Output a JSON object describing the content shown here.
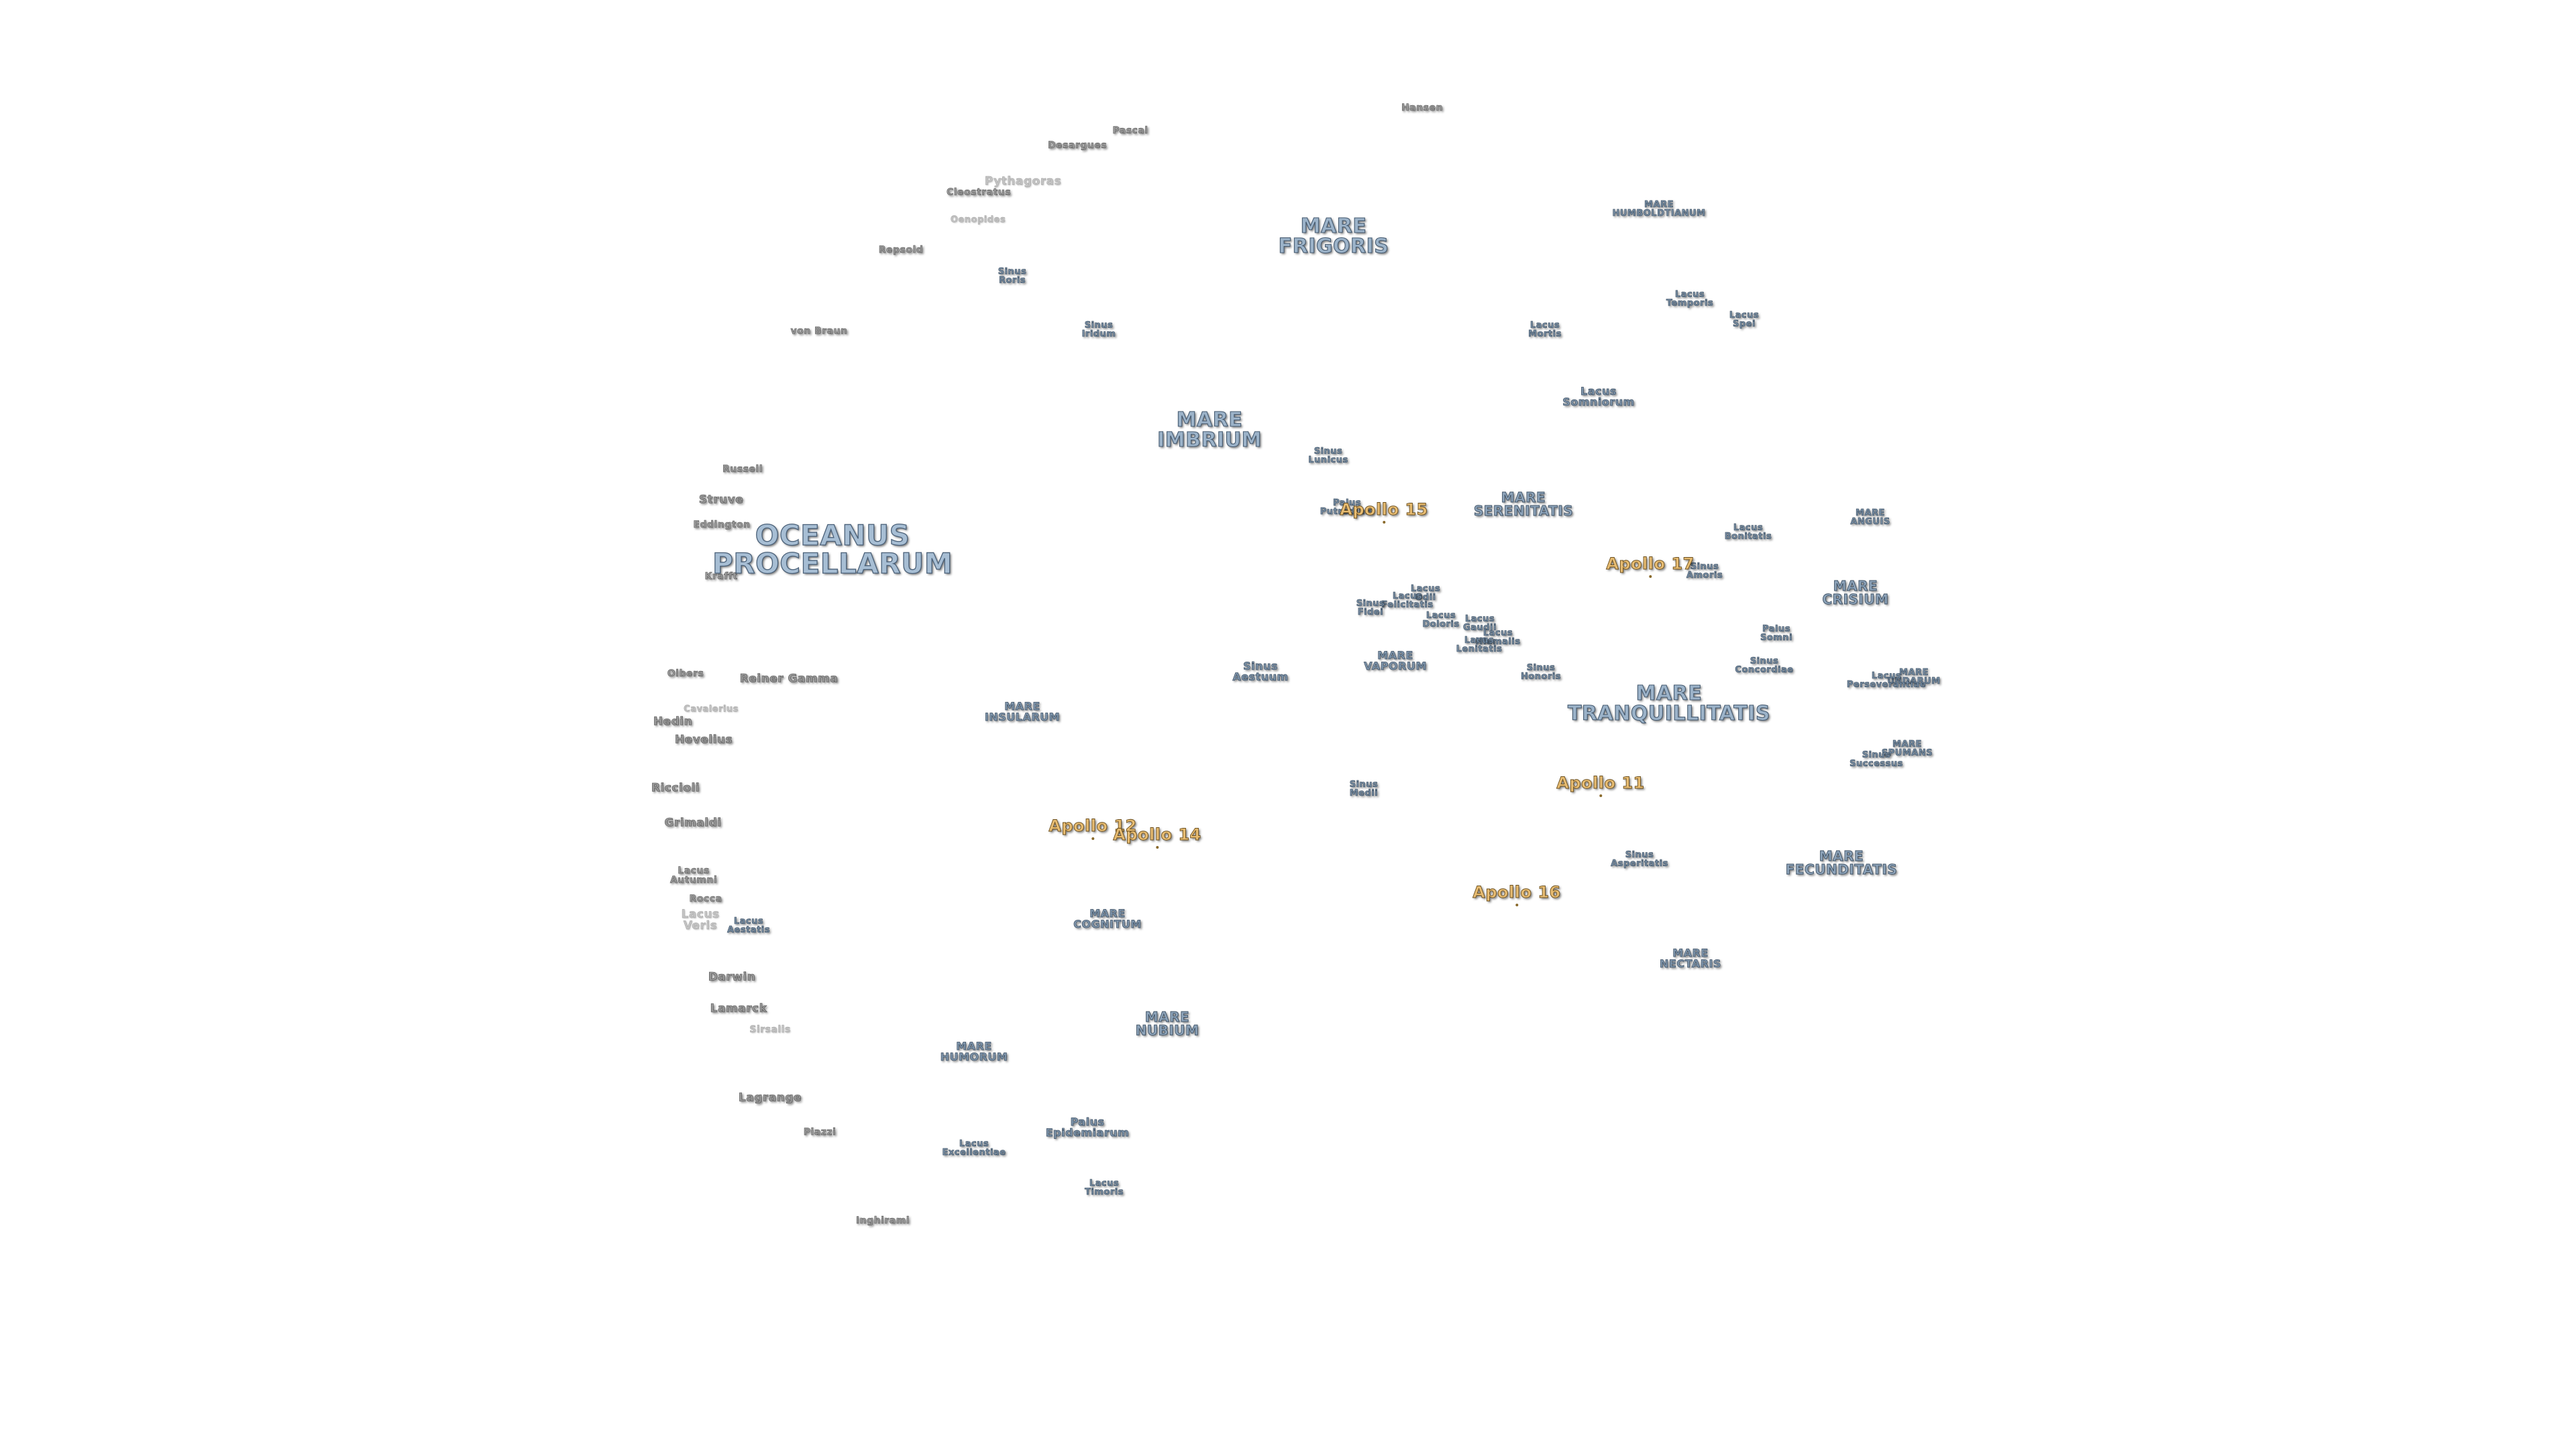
{
  "map": {
    "oceanus": "OCEANUS\nPROCELLARUM",
    "maria": {
      "frigoris": "MARE\nFRIGORIS",
      "imbrium": "MARE\nIMBRIUM",
      "serenitatis": "MARE\nSERENITATIS",
      "tranquillitatis": "MARE\nTRANQUILLITATIS",
      "crisium": "MARE\nCRISIUM",
      "fecunditatis": "MARE\nFECUNDITATIS",
      "nectaris": "MARE\nNECTARIS",
      "nubium": "MARE\nNUBIUM",
      "humorum": "MARE\nHUMORUM",
      "cognitum": "MARE\nCOGNITUM",
      "insularum": "MARE\nINSULARUM",
      "vaporum": "MARE\nVAPORUM",
      "humboldtianum": "MARE\nHUMBOLDTIANUM",
      "anguis": "MARE\nANGUIS",
      "undarum": "MARE\nUNDARUM",
      "spumans": "MARE\nSPUMANS"
    },
    "features": {
      "sinus_roris": "Sinus\nRoris",
      "sinus_iridum": "Sinus\nIridum",
      "lacus_mortis": "Lacus\nMortis",
      "lacus_temporis": "Lacus\nTemporis",
      "lacus_spei": "Lacus\nSpei",
      "lacus_somniorum": "Lacus\nSomniorum",
      "sinus_lunicus": "Sinus\nLunicus",
      "palus_putredinis": "Palus\nPutredinis",
      "lacus_bonitatis": "Lacus\nBonitatis",
      "sinus_amoris": "Sinus\nAmoris",
      "lacus_odii": "Lacus\nOdii",
      "lacus_felicitatis": "Lacus\nFelicitatis",
      "sinus_fidei": "Sinus\nFidei",
      "lacus_doloris": "Lacus\nDoloris",
      "lacus_gaudii": "Lacus\nGaudii",
      "lacus_hiemalis": "Lacus\nHiemalis",
      "lacus_lenitatis": "Lacus\nLenitatis",
      "sinus_honoris": "Sinus\nHonoris",
      "palus_somni": "Palus\nSomni",
      "sinus_concordiae": "Sinus\nConcordiae",
      "lacus_perseverantiae": "Lacus\nPerseverantiae",
      "sinus_aestuum": "Sinus\nAestuum",
      "sinus_medii": "Sinus\nMedii",
      "sinus_successus": "Sinus\nSuccessus",
      "sinus_asperitatis": "Sinus\nAsperitatis",
      "lacus_autumni": "Lacus\nAutumni",
      "lacus_veris": "Lacus\nVeris",
      "lacus_aestatis": "Lacus\nAestatis",
      "palus_epidemiarum": "Palus\nEpidemiarum",
      "lacus_excellentiae": "Lacus\nExcellentiae",
      "lacus_timoris": "Lacus\nTimoris"
    },
    "craters": {
      "hansen": "Hansen",
      "pascal": "Pascal",
      "desargues": "Desargues",
      "pythagoras": "Pythagoras",
      "cleostratus": "Cleostratus",
      "oenopides": "Oenopides",
      "repsold": "Repsold",
      "von_braun": "von Braun",
      "russell": "Russell",
      "struve": "Struve",
      "eddington": "Eddington",
      "krafft": "Krafft",
      "olbers": "Olbers",
      "reiner_gamma": "Reiner Gamma",
      "cavalerius": "Cavalerius",
      "hedin": "Hedin",
      "hevelius": "Hevelius",
      "riccioli": "Riccioli",
      "grimaldi": "Grimaldi",
      "rocca": "Rocca",
      "darwin": "Darwin",
      "lamarck": "Lamarck",
      "sirsalis": "Sirsalis",
      "lagrange": "Lagrange",
      "piazzi": "Piazzi",
      "inghirami": "Inghirami"
    },
    "apollo": {
      "a11": "Apollo 11",
      "a12": "Apollo 12",
      "a14": "Apollo 14",
      "a15": "Apollo 15",
      "a16": "Apollo 16",
      "a17": "Apollo 17"
    },
    "colors": {
      "mare_fill": "#a7bed4",
      "feature_fill": "#7f95ab",
      "crater_fill": "#9a9a9a",
      "apollo_fill": "#e7bc72",
      "background": "#ffffff"
    }
  }
}
